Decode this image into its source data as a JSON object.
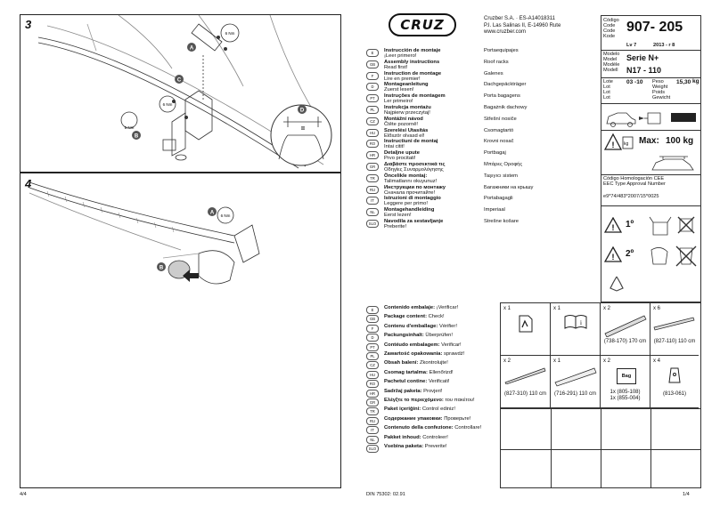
{
  "left_page": {
    "step3": "3",
    "step4": "4",
    "labels3": {
      "a": "A",
      "b": "B",
      "c": "C",
      "d": "D",
      "torque1": "6 Nm",
      "torque2": "6 Nm",
      "torque3": "5 Nm",
      "eq": "="
    },
    "labels4": {
      "a": "A",
      "b": "B",
      "torque": "6 Nm"
    },
    "page": "4/4"
  },
  "header": {
    "company": "Cruzber S.A. · ES-A14018311",
    "address": "P.I. Las Salinas II, E-14960 Rute",
    "web": "www.cruzber.com",
    "logo": "CRUZ"
  },
  "instructions": [
    {
      "lang": "E",
      "title": "Instrucción de montaje",
      "sub": "¡Leer primero!",
      "trans": "Portaequipajes"
    },
    {
      "lang": "GB",
      "title": "Assembly instructions",
      "sub": "Read first!",
      "trans": "Roof racks"
    },
    {
      "lang": "F",
      "title": "Instruction de montage",
      "sub": "Lire en premier!",
      "trans": "Galenes"
    },
    {
      "lang": "D",
      "title": "Montageanleitung",
      "sub": "Zuerst lesen!",
      "trans": "Dachgepäckträger"
    },
    {
      "lang": "PT",
      "title": "Instruções de montagem",
      "sub": "Ler primeiro!",
      "trans": "Porta bagagens"
    },
    {
      "lang": "PL",
      "title": "Instrukcja montażu",
      "sub": "Najpierw przeczytaj!",
      "trans": "Bagażnik dachowy"
    },
    {
      "lang": "CZ",
      "title": "Montážní návod",
      "sub": "Čtěte pozorně!",
      "trans": "Střešní nosiče"
    },
    {
      "lang": "HU",
      "title": "Szerelési Utasítás",
      "sub": "Először olvasd el!",
      "trans": "Csomagtartó"
    },
    {
      "lang": "RO",
      "title": "Instructiuni de montaj",
      "sub": "Intai citit!",
      "trans": "Krovni nosač"
    },
    {
      "lang": "HR",
      "title": "Detaljne upute",
      "sub": "Prvo procitati!",
      "trans": "Portbagaj"
    },
    {
      "lang": "GR",
      "title": "Διαβάστε προσεκτικά τις",
      "sub": "Οδηγίες Συναρμολόγησης",
      "trans": "Μπάρες Οροφής"
    },
    {
      "lang": "TR",
      "title": "Öncelikle montaj:",
      "sub": "Talimatlarını okuyunuz!",
      "trans": "Taşıyıcı sistem"
    },
    {
      "lang": "RU",
      "title": "Инструкции по монтажу",
      "sub": "Сначала прочитайте!",
      "trans": "Багажники на крышу"
    },
    {
      "lang": "IT",
      "title": "Istruzioni di montaggio",
      "sub": "Leggere per primo!",
      "trans": "Portabagagli"
    },
    {
      "lang": "NL",
      "title": "Montagehandleiding",
      "sub": "Eerst lezen!",
      "trans": "Imperiaal"
    },
    {
      "lang": "SLO",
      "title": "Navodila za sestavljanje",
      "sub": "Preberite!",
      "trans": "Strešne košare"
    }
  ],
  "package": [
    {
      "lang": "E",
      "title": "Contenido embalaje:",
      "check": "¡Verificar!"
    },
    {
      "lang": "GB",
      "title": "Package content:",
      "check": "Check!"
    },
    {
      "lang": "F",
      "title": "Contenu d'emballage:",
      "check": "Vérifier!"
    },
    {
      "lang": "D",
      "title": "Packungsinhalt:",
      "check": "Überprüfen!"
    },
    {
      "lang": "PT",
      "title": "Contéudo embalagem:",
      "check": "Verificar!"
    },
    {
      "lang": "PL",
      "title": "Zawartość opakowania:",
      "check": "sprawdź!"
    },
    {
      "lang": "CZ",
      "title": "Obsah balení:",
      "check": "Zkontrolujte!"
    },
    {
      "lang": "HU",
      "title": "Csomag tartalma:",
      "check": "Ellenőrizd!"
    },
    {
      "lang": "RO",
      "title": "Pachetul contine:",
      "check": "Verificati!"
    },
    {
      "lang": "HR",
      "title": "Sadržaj paketa:",
      "check": "Provjeri!"
    },
    {
      "lang": "GR",
      "title": "Ελέγξτε το περιεχόμενο:",
      "check": "του πακέτου!"
    },
    {
      "lang": "TR",
      "title": "Paket içeriğini:",
      "check": "Control ediniz!"
    },
    {
      "lang": "RU",
      "title": "Содержание упаковки:",
      "check": "Проверьте!"
    },
    {
      "lang": "IT",
      "title": "Contenuto della confezione:",
      "check": "Controllare!"
    },
    {
      "lang": "NL",
      "title": "Pakket inhoud:",
      "check": "Controleer!"
    },
    {
      "lang": "SLO",
      "title": "Vsebina paketa:",
      "check": "Preverite!"
    }
  ],
  "spec": {
    "code_labels": "Código Code Code Kode",
    "code": "907- 205",
    "lv": "Lv 7",
    "date": "2013 - r 8",
    "model_labels": "Modelo Model Modèle Modell",
    "serie": "Serie N+",
    "model": "N17 - 110",
    "lote_labels": "Lote Lot Lot Lot",
    "lote": "03 -10",
    "peso_labels": "Peso Weight Poids Gewicht",
    "peso": "15,30",
    "kg": "kg",
    "max_label": "Max:",
    "max_value": "100 kg",
    "homolog1": "Código Homologación CEE",
    "homolog2": "EEC Type Approval Number",
    "homolog_code": "e9*74/483*2007/15*0025",
    "first": "1º",
    "second": "2º",
    "kg_icon_text": "kg"
  },
  "contents": [
    {
      "qty": "x 1",
      "code": ""
    },
    {
      "qty": "x 1",
      "code": ""
    },
    {
      "qty": "x 2",
      "code": "(738-170) 170 cm"
    },
    {
      "qty": "x 6",
      "code": "(827-110) 110 cm"
    },
    {
      "qty": "x 2",
      "code": "(827-310) 110 cm"
    },
    {
      "qty": "x 1",
      "code": "(716-291) 110 cm"
    },
    {
      "qty": "x 2",
      "code": "1x (805-108)",
      "code2": "1x (855-004)",
      "bag": "Bag"
    },
    {
      "qty": "x 4",
      "code": "(813-061)"
    }
  ],
  "footer": {
    "din": "DIN 75302: 02.91",
    "page": "1/4"
  }
}
